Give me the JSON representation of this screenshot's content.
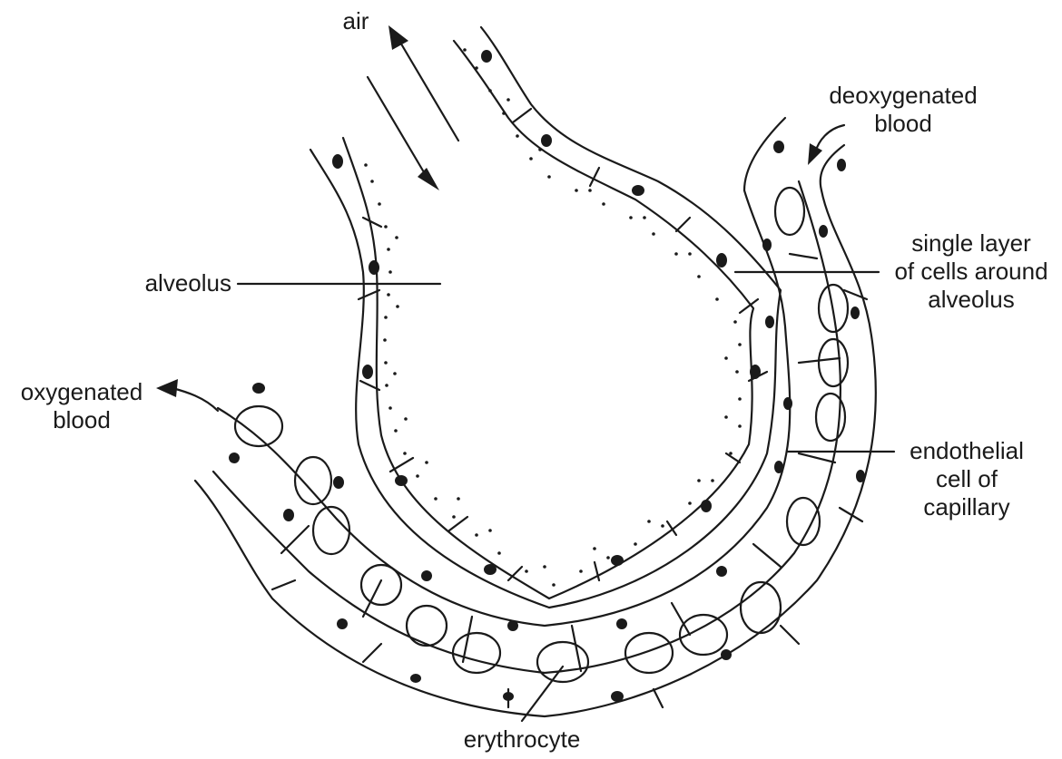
{
  "labels": {
    "air": "air",
    "deoxygenated_blood": [
      "deoxygenated",
      "blood"
    ],
    "oxygenated_blood": [
      "oxygenated",
      "blood"
    ],
    "alveolus": "alveolus",
    "single_layer": [
      "single layer",
      "of cells around",
      "alveolus"
    ],
    "endothelial": [
      "endothelial",
      "cell of",
      "capillary"
    ],
    "erythrocyte": "erythrocyte"
  },
  "colors": {
    "ink": "#1a1a1a",
    "background": "#ffffff"
  }
}
